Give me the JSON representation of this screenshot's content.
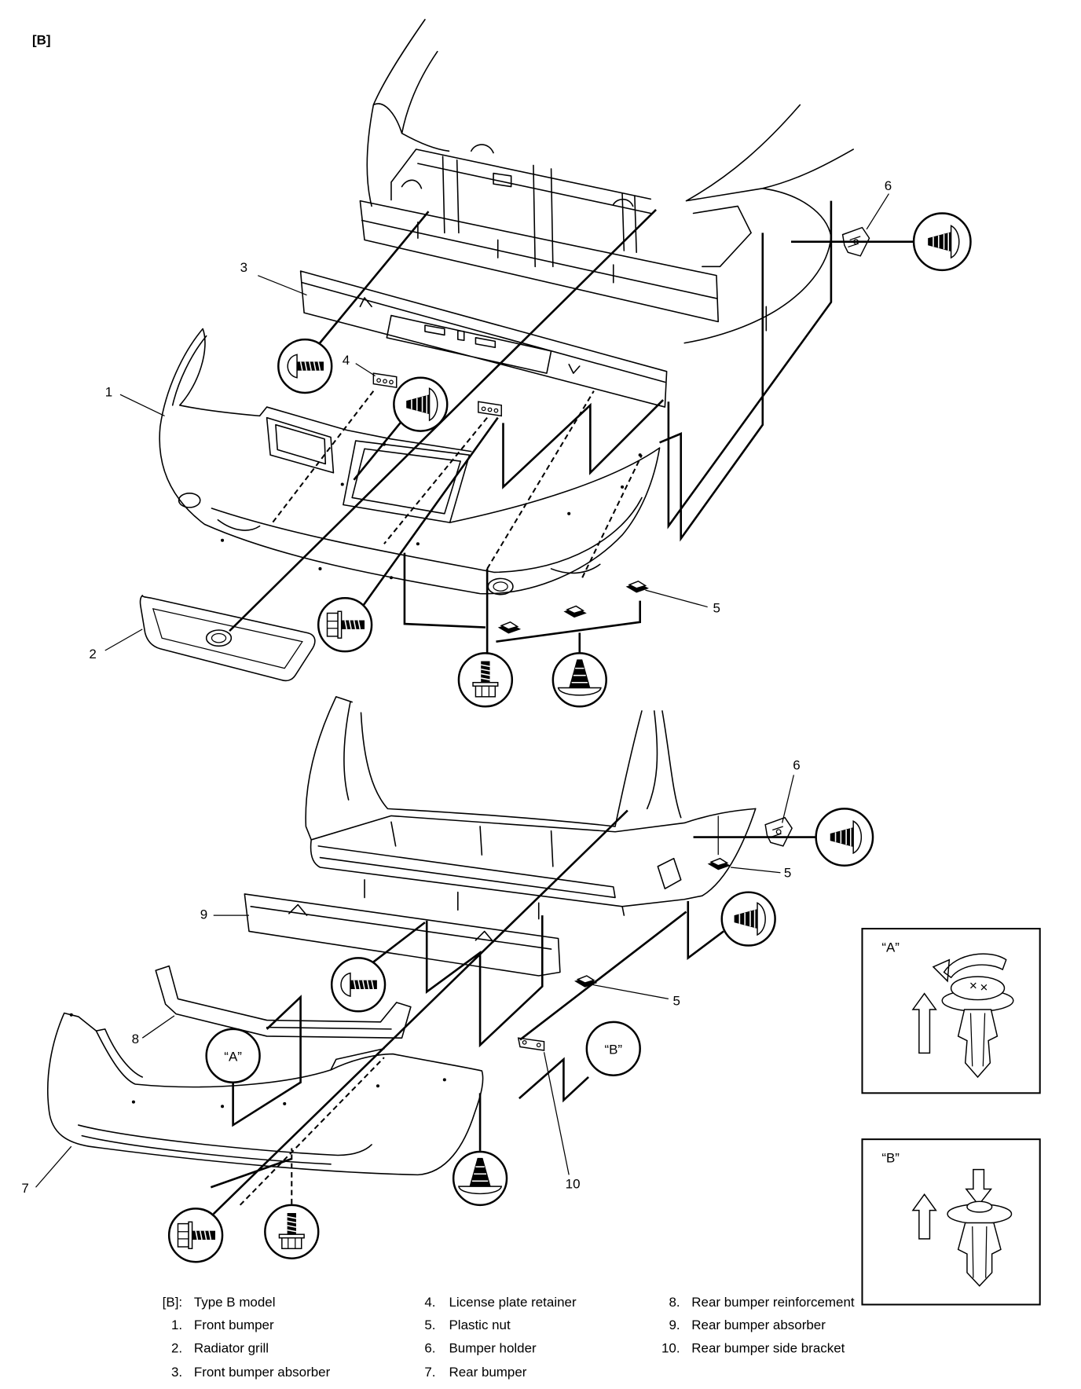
{
  "corner_label": "[B]",
  "front_callouts": {
    "bumper_holder": "6",
    "absorber": "3",
    "plate_retainer": "4",
    "bumper": "1",
    "plastic_nut": "5",
    "grill": "2"
  },
  "rear_callouts": {
    "bumper_holder": "6",
    "plastic_nut_upper": "5",
    "absorber": "9",
    "plastic_nut_lower": "5",
    "reinforcement": "8",
    "bumper": "7",
    "side_bracket": "10"
  },
  "view_markers": {
    "a": "“A”",
    "b": "“B”"
  },
  "detail_views": {
    "a": {
      "label": "“A”"
    },
    "b": {
      "label": "“B”"
    }
  },
  "legend": {
    "col1": [
      {
        "num": "[B]:",
        "text": "Type B model"
      },
      {
        "num": "1.",
        "text": "Front bumper"
      },
      {
        "num": "2.",
        "text": "Radiator grill"
      },
      {
        "num": "3.",
        "text": "Front bumper absorber"
      }
    ],
    "col2": [
      {
        "num": "4.",
        "text": "License plate retainer"
      },
      {
        "num": "5.",
        "text": "Plastic nut"
      },
      {
        "num": "6.",
        "text": "Bumper holder"
      },
      {
        "num": "7.",
        "text": "Rear bumper"
      }
    ],
    "col3": [
      {
        "num": "8.",
        "text": "Rear bumper reinforcement"
      },
      {
        "num": "9.",
        "text": "Rear bumper absorber"
      },
      {
        "num": "10.",
        "text": "Rear bumper side bracket"
      }
    ]
  }
}
